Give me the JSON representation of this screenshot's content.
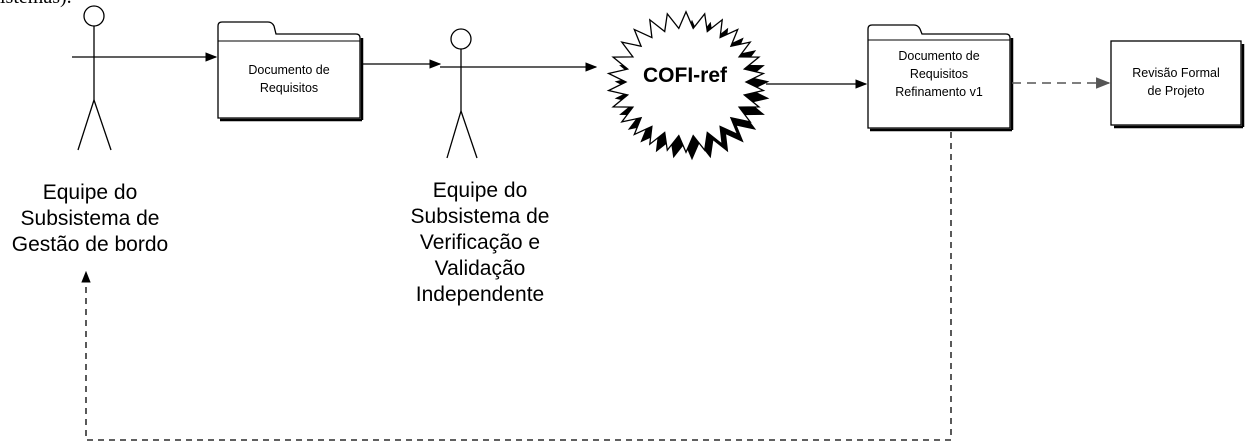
{
  "header_fragment": "istemas).",
  "actors": {
    "gestao": {
      "lines": [
        "Equipe do",
        "Subsistema de",
        "Gestão de bordo"
      ]
    },
    "vv": {
      "lines": [
        "Equipe do",
        "Subsistema de",
        "Verificação e",
        "Validação",
        "Independente"
      ]
    }
  },
  "documents": {
    "doc1": {
      "lines": [
        "Documento de",
        "Requisitos"
      ]
    },
    "doc2": {
      "lines": [
        "Documento de",
        "Requisitos",
        "Refinamento v1"
      ]
    }
  },
  "process": {
    "label": "COFI-ref"
  },
  "review": {
    "lines": [
      "Revisão Formal",
      "de Projeto"
    ]
  }
}
